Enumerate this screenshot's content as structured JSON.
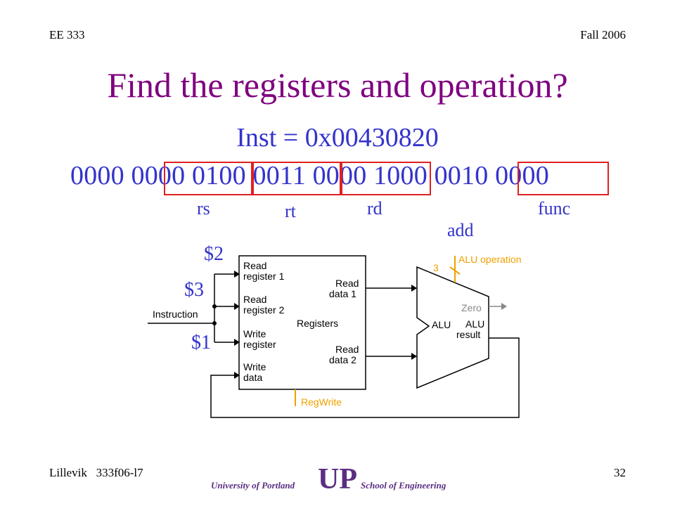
{
  "header": {
    "course": "EE 333",
    "term": "Fall 2006"
  },
  "title": "Find the registers and operation?",
  "instruction": "Inst = 0x00430820",
  "binary": "0000 0000 0100 0011 0000 1000 0010 0000",
  "fields": {
    "rs": "rs",
    "rt": "rt",
    "rd": "rd",
    "func": "func",
    "op": "add"
  },
  "registers": {
    "r1": "$2",
    "r2": "$3",
    "r3": "$1"
  },
  "diagram": {
    "instruction_label": "Instruction",
    "read_register_1": [
      "Read",
      "register 1"
    ],
    "read_register_2": [
      "Read",
      "register 2"
    ],
    "write_register": [
      "Write",
      "register"
    ],
    "write_data": [
      "Write",
      "data"
    ],
    "registers_label": "Registers",
    "read_data_1": [
      "Read",
      "data 1"
    ],
    "read_data_2": [
      "Read",
      "data 2"
    ],
    "alu_label": "ALU",
    "zero_label": "Zero",
    "alu_result": [
      "ALU",
      "result"
    ],
    "alu_operation": "ALU operation",
    "alu_bits": "3",
    "regwrite": "RegWrite"
  },
  "footer": {
    "author": "Lillevik",
    "file": "333f06-l7",
    "page": "32",
    "university": "University of Portland",
    "school": "School of Engineering",
    "logo": "UP"
  },
  "colors": {
    "title": "#7f007f",
    "text_blue": "#3333cc",
    "box_red": "#e02020",
    "accent_orange": "#f0a000",
    "logo_purple": "#5a2d82"
  }
}
